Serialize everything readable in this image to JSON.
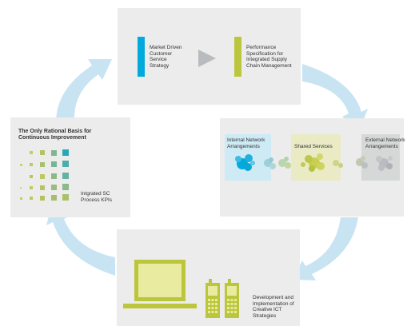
{
  "colors": {
    "ring": "#c8e4f3",
    "panel_bg": "#ececec",
    "cyan": "#00aadd",
    "olive": "#bcc63c",
    "internal_bg": "#cdeaf5",
    "shared_bg": "#eaebc4",
    "external_bg": "#d6d8d8",
    "grid_teal": "#28a8b4"
  },
  "top_panel": {
    "left_text": "Market Driven\nCustomer\nService\nStrategy",
    "right_text": "Performance\nSpecification for\nIntegrated Supply\nChain Management",
    "arrow_icon": "play-arrow-icon"
  },
  "left_panel": {
    "title": "The Only Rational Basis for\nContinuous Improvement",
    "kpi_label": "Intgrated SC\nProcess KPIs"
  },
  "right_panel": {
    "internal": "Internal Network\nArrangements",
    "shared": "Shared Services",
    "external": "External Network\nArrangements"
  },
  "bottom_panel": {
    "text": "Development and\nImplementation of\nCreative ICT Strategies",
    "computer_icon": "laptop-icon",
    "device_icon": "mobile-phone-icon"
  }
}
